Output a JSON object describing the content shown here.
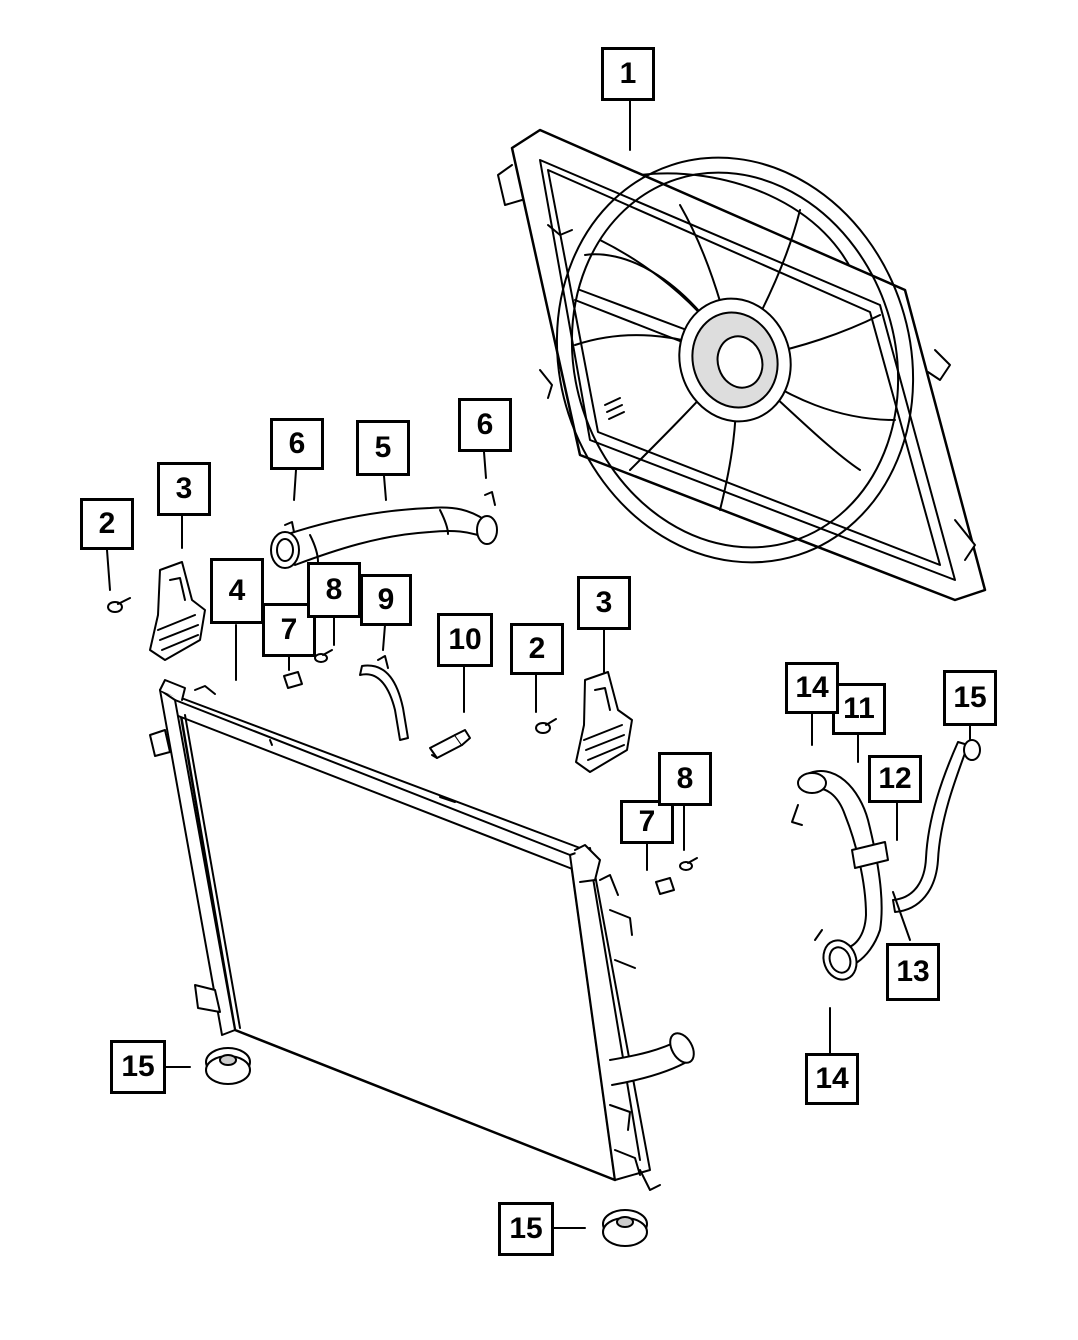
{
  "callouts": [
    {
      "id": "c1",
      "label": "1"
    },
    {
      "id": "c2a",
      "label": "2"
    },
    {
      "id": "c2b",
      "label": "2"
    },
    {
      "id": "c3a",
      "label": "3"
    },
    {
      "id": "c3b",
      "label": "3"
    },
    {
      "id": "c4",
      "label": "4"
    },
    {
      "id": "c5",
      "label": "5"
    },
    {
      "id": "c6a",
      "label": "6"
    },
    {
      "id": "c6b",
      "label": "6"
    },
    {
      "id": "c7a",
      "label": "7"
    },
    {
      "id": "c7b",
      "label": "7"
    },
    {
      "id": "c8a",
      "label": "8"
    },
    {
      "id": "c8b",
      "label": "8"
    },
    {
      "id": "c9",
      "label": "9"
    },
    {
      "id": "c10",
      "label": "10"
    },
    {
      "id": "c11",
      "label": "11"
    },
    {
      "id": "c12",
      "label": "12"
    },
    {
      "id": "c13",
      "label": "13"
    },
    {
      "id": "c14a",
      "label": "14"
    },
    {
      "id": "c14b",
      "label": "14"
    },
    {
      "id": "c15a",
      "label": "15"
    },
    {
      "id": "c15b",
      "label": "15"
    },
    {
      "id": "c15c",
      "label": "15"
    }
  ],
  "colors": {
    "line": "#000000",
    "fill": "#ffffff",
    "shade": "#e6e6e6"
  }
}
